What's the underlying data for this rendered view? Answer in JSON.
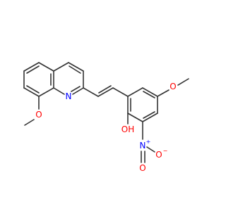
{
  "colors": {
    "bond": "#333333",
    "nitrogen": "#0000ff",
    "oxygen": "#ff0000",
    "carbon_label": "#333333"
  },
  "atoms": {
    "quinoline_n": "N",
    "methoxy_o_left": "O",
    "methoxy_o_right": "O",
    "hydroxyl": "OH",
    "nitro_n": "N",
    "nitro_charge_n": "+",
    "nitro_o_right": "O",
    "nitro_charge_o": "−",
    "nitro_o_down": "O"
  }
}
